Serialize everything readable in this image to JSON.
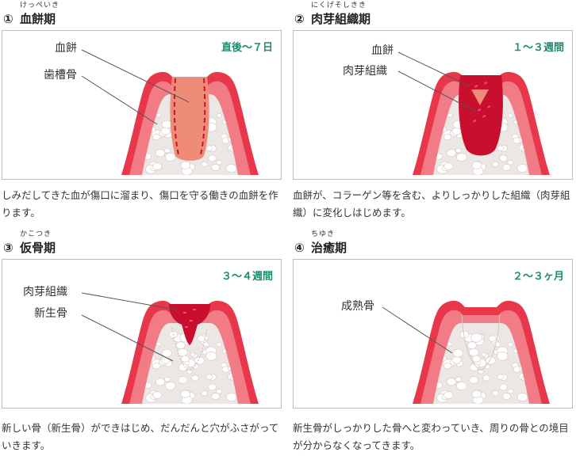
{
  "stages": [
    {
      "number": "①",
      "ruby": "けっぺいき",
      "title": "血餅期",
      "period": "直後～７日",
      "labels": [
        "血餅",
        "歯槽骨"
      ],
      "description": "しみだしてきた血が傷口に溜まり、傷口を守る働きの血餅を作ります。"
    },
    {
      "number": "②",
      "ruby": "にくげそしきき",
      "title": "肉芽組織期",
      "period": "１～３週間",
      "labels": [
        "血餅",
        "肉芽組織"
      ],
      "description": "血餅が、コラーゲン等を含む、よりしっかりした組織（肉芽組織）に変化しはじめます。"
    },
    {
      "number": "③",
      "ruby": "かこつき",
      "title": "仮骨期",
      "period": "３～４週間",
      "labels": [
        "肉芽組織",
        "新生骨"
      ],
      "description": "新しい骨（新生骨）ができはじめ、だんだんと穴がふさがっていきます。"
    },
    {
      "number": "④",
      "ruby": "ちゆき",
      "title": "治癒期",
      "period": "２～３ヶ月",
      "labels": [
        "成熟骨"
      ],
      "description": "新生骨がしっかりした骨へと変わっていき、周りの骨との境目が分からなくなってきます。"
    }
  ],
  "colors": {
    "gum_outer": "#e8364a",
    "gum_inner": "#f27c86",
    "bone": "#ece7e4",
    "bone_cell": "#d9d2cf",
    "clot": "#ef8c78",
    "granulation": "#c8102e",
    "accent_magenta": "#ff3ea5",
    "period_text": "#1e8c6e"
  }
}
